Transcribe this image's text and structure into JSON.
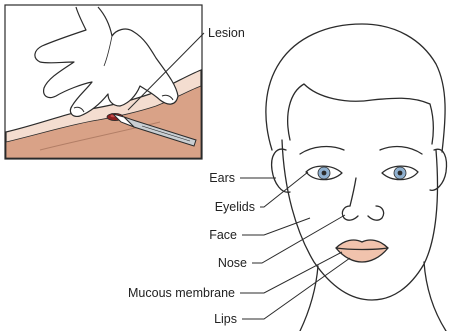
{
  "diagram": {
    "labels": {
      "lesion": "Lesion",
      "ears": "Ears",
      "eyelids": "Eyelids",
      "face": "Face",
      "nose": "Nose",
      "mucous_membrane": "Mucous membrane",
      "lips": "Lips"
    },
    "colors": {
      "line": "#2b2b2b",
      "skin": "#f4ddd0",
      "skin_tissue": "#d9a287",
      "lesion": "#8e1f1f",
      "iris": "#8fb0cf",
      "lips": "#f1c3ad",
      "scalpel": "#c9ced2"
    }
  }
}
